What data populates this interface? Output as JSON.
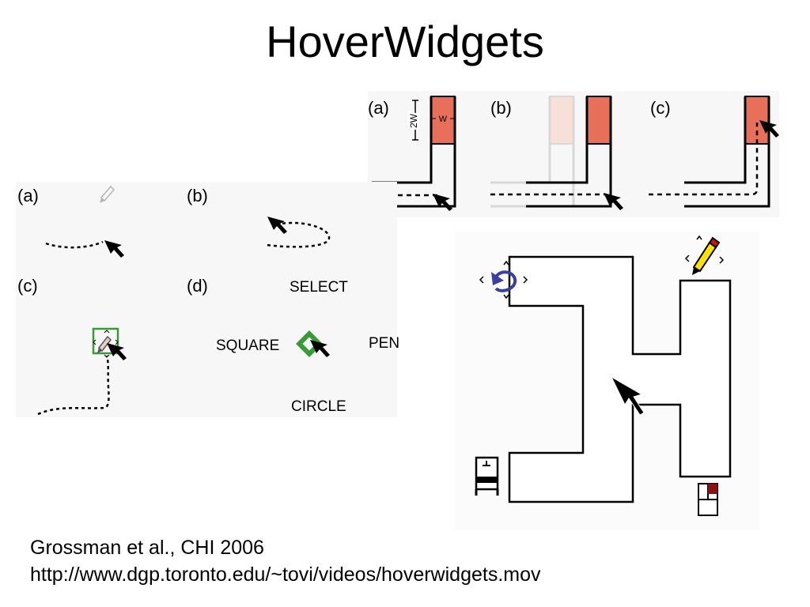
{
  "slide": {
    "title": "HoverWidgets",
    "citation": {
      "authors": "Grossman et al., CHI 2006",
      "url": "http://www.dgp.toronto.edu/~tovi/videos/hoverwidgets.mov"
    }
  },
  "tunnel_figure": {
    "panel_labels": [
      "(a)",
      "(b)",
      "(c)"
    ],
    "dimension_labels": {
      "height": "2W",
      "width": "W"
    },
    "colors": {
      "tunnel_fill": "#e8705a",
      "tunnel_faded": "#f6e0d8",
      "faded_line": "#d8d8d8",
      "background": "#f7f7f7"
    }
  },
  "gesture_figure": {
    "panel_labels": [
      "(a)",
      "(b)",
      "(c)",
      "(d)"
    ],
    "menu_options": {
      "top": "SELECT",
      "left": "SQUARE",
      "right": "PEN",
      "bottom": "CIRCLE"
    },
    "colors": {
      "highlight": "#3a9a3a",
      "background": "#f7f7f7"
    }
  },
  "h_figure": {
    "icons": [
      "undo-icon",
      "pencil-icon",
      "printer-icon",
      "color-swatch-icon"
    ],
    "colors": {
      "undo": "#3b3fa0",
      "pencil_body": "#ffe000",
      "pencil_tip": "#cc1111",
      "swatch": "#8b1010"
    }
  }
}
